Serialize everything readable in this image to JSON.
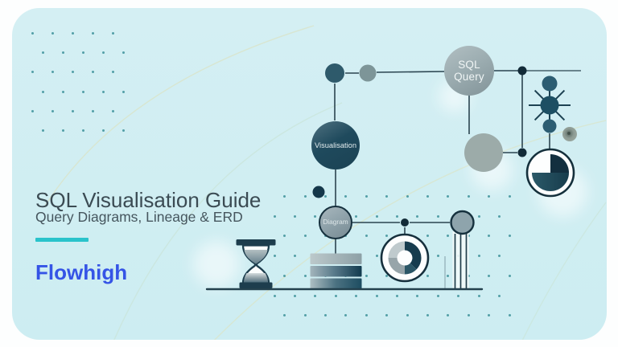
{
  "card": {
    "title": "SQL Visualisation Guide",
    "subtitle": "Query Diagrams, Lineage & ERD",
    "brand": "Flowhigh",
    "colors": {
      "card_background": "#cdedf2",
      "card_background_top": "#d4eff3",
      "title": "#3b4b53",
      "subtitle": "#46565e",
      "accent_bar": "#2ac3cb",
      "brand": "#3554e6"
    }
  },
  "flow_diagram": {
    "line_color": "#2a4450",
    "junction_dot_color": "#122b38",
    "nodes": {
      "sql_query": {
        "label": "SQL Query",
        "fill": "#9cadb1",
        "text_color": "#f0f5f5"
      },
      "visualisation": {
        "label": "Visualisation",
        "fill": "#1f4a5d",
        "text_color": "#e3ecee"
      },
      "diagram_node": {
        "label": "Diagram",
        "fill": "#90a3ab",
        "text_color": "#dde6e8"
      }
    }
  },
  "illustration": {
    "icons": [
      "hourglass-icon",
      "database-stack-icon",
      "donut-chart-icon",
      "pie-chart-icon",
      "starburst-icon",
      "pillar-node-icon",
      "scatter-node-icon",
      "dot-grid-pattern",
      "background-arcs"
    ],
    "dark_ink": "#16303d",
    "dot_color": "#3c9199"
  }
}
